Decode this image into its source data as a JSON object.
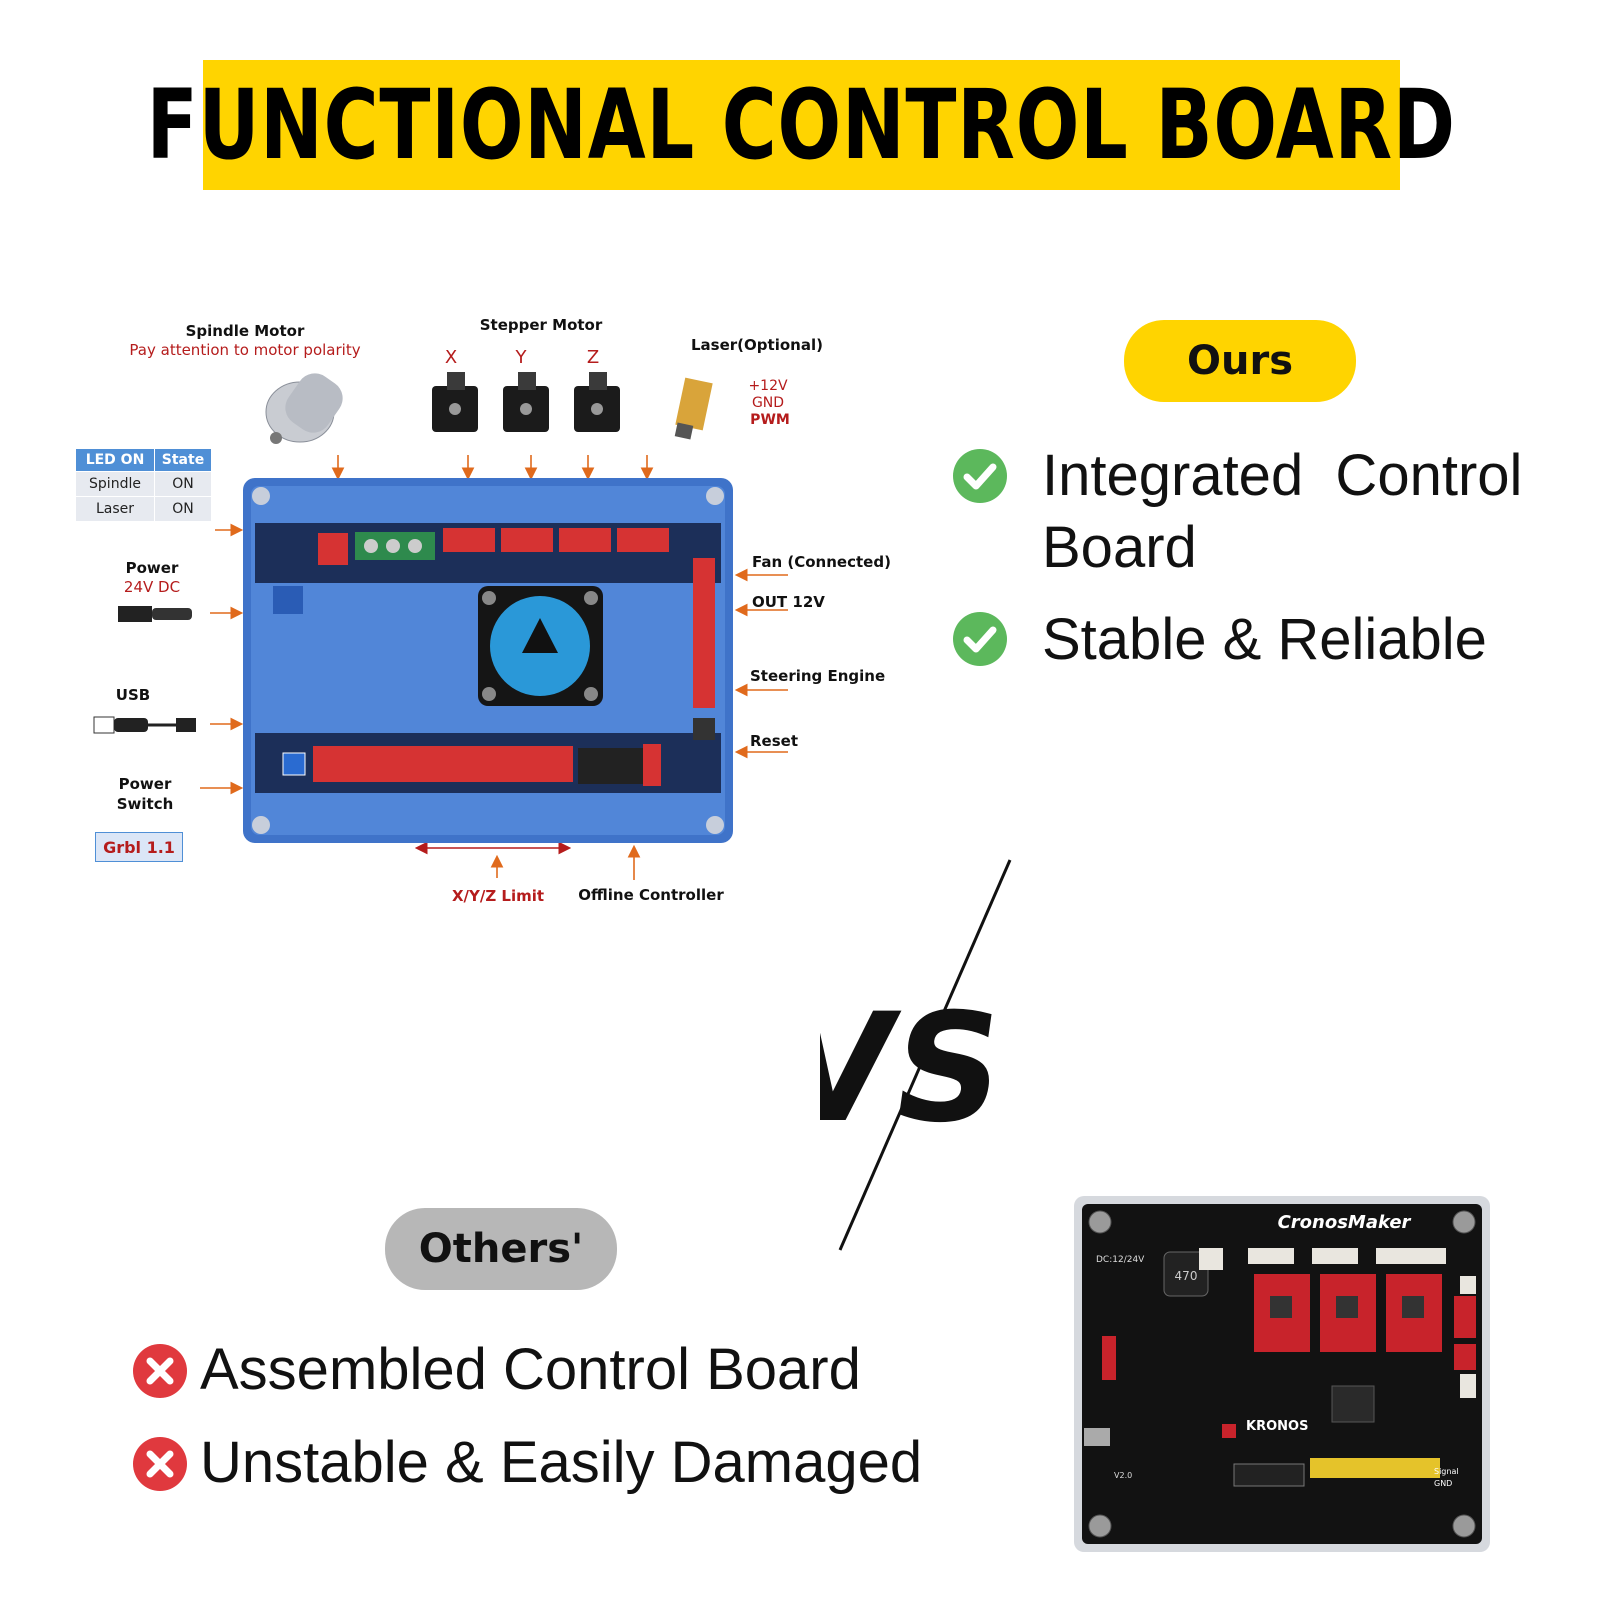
{
  "title": "FUNCTIONAL CONTROL BOARD",
  "diagram": {
    "spindle_motor": {
      "label": "Spindle Motor",
      "note": "Pay attention to motor polarity"
    },
    "stepper_motor": {
      "label": "Stepper Motor",
      "axes": [
        "X",
        "Y",
        "Z"
      ]
    },
    "laser": {
      "label": "Laser(Optional)",
      "pins": [
        "+12V",
        "GND",
        "PWM"
      ]
    },
    "led_table": {
      "headers": [
        "LED ON",
        "State"
      ],
      "rows": [
        [
          "Spindle",
          "ON"
        ],
        [
          "Laser",
          "ON"
        ]
      ]
    },
    "power": {
      "label": "Power",
      "sub": "24V DC"
    },
    "usb": {
      "label": "USB"
    },
    "power_switch": {
      "label": "Power\nSwitch"
    },
    "grbl": "Grbl 1.1",
    "fan": "Fan  (Connected)",
    "out12v": "OUT 12V",
    "steering_engine": "Steering Engine",
    "reset": "Reset",
    "limit": "X/Y/Z Limit",
    "offline_controller": "Offline Controller"
  },
  "ours": {
    "label": "Ours",
    "features": [
      {
        "icon": "check-icon",
        "text_line1": "Integrated  Control",
        "text_line2": "Board"
      },
      {
        "icon": "check-icon",
        "text_line1": "Stable & Reliable"
      }
    ],
    "icon_color": "#5cb85c"
  },
  "vs": "VS",
  "others": {
    "label": "Others'",
    "features": [
      {
        "icon": "cross-icon",
        "text": "Assembled Control Board"
      },
      {
        "icon": "cross-icon",
        "text": "Unstable & Easily Damaged"
      }
    ],
    "icon_color": "#e0393e"
  },
  "competitor_board": {
    "brand": "CronosMaker",
    "logo_text": "KRONOS",
    "silk": [
      "DC:12/24V",
      "470",
      "Signal",
      "GND",
      "V2.0"
    ]
  },
  "colors": {
    "accent": "#ffd400",
    "gray_pill": "#b7b7b7",
    "red_text": "#b51c1c",
    "table_blue": "#4f8fd6"
  }
}
